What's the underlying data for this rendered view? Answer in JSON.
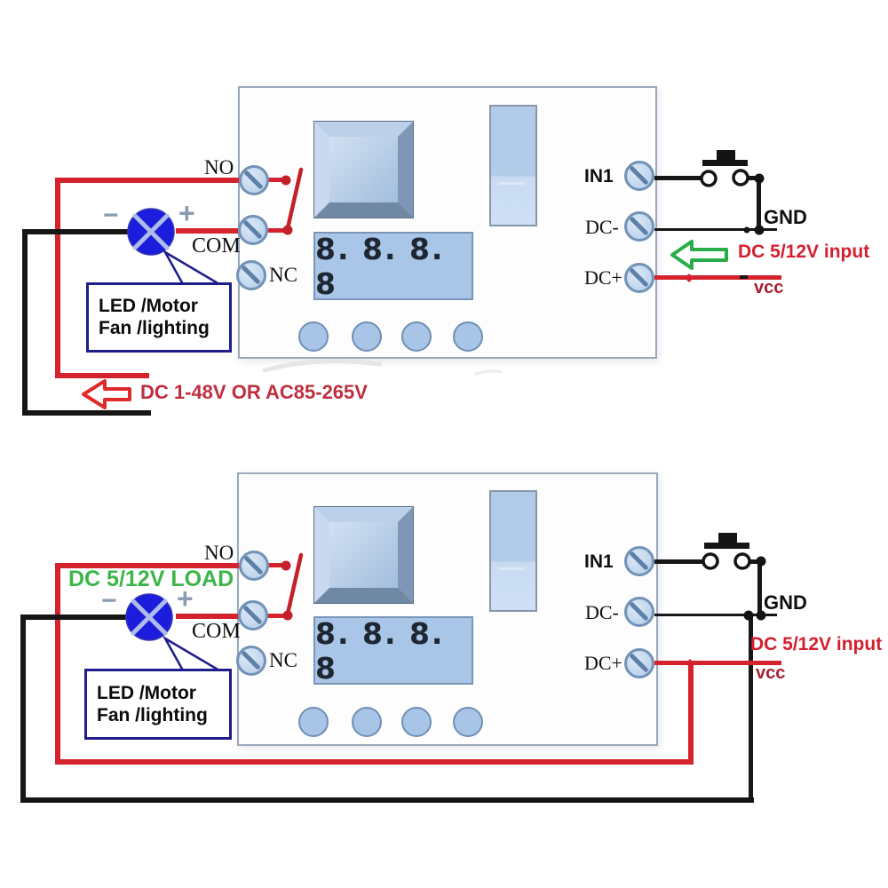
{
  "colors": {
    "wire_red": "#d5232d",
    "wire_black": "#161616",
    "led_blue": "#1c1cdc",
    "green_arrow": "#29ad4a",
    "green_label": "#3cb54a",
    "input_text_red": "#d41f2f",
    "vcc_dark_red": "#a81f30",
    "supply_text_red": "#bf2e3e",
    "callout_navy": "#1d1d8c",
    "board_fill": "#fdfdfe"
  },
  "top_diagram": {
    "terminals": {
      "no": "NO",
      "com": "COM",
      "nc": "NC",
      "in1": "IN1",
      "dc_minus": "DC-",
      "dc_plus": "DC+"
    },
    "display_value": "8. 8. 8. 8",
    "gnd_label": "GND",
    "vcc_label": "vcc",
    "input_label": "DC 5/12V input",
    "supply_label": "DC 1-48V OR AC85-265V",
    "load_box": {
      "line1": "LED /Motor",
      "line2": "Fan /lighting"
    },
    "polarity": {
      "minus": "−",
      "plus": "+"
    }
  },
  "bottom_diagram": {
    "terminals": {
      "no": "NO",
      "com": "COM",
      "nc": "NC",
      "in1": "IN1",
      "dc_minus": "DC-",
      "dc_plus": "DC+"
    },
    "display_value": "8. 8. 8. 8",
    "gnd_label": "GND",
    "vcc_label": "vcc",
    "input_label": "DC 5/12V input",
    "load_voltage_label": "DC 5/12V LOAD",
    "load_box": {
      "line1": "LED /Motor",
      "line2": "Fan /lighting"
    },
    "polarity": {
      "minus": "−",
      "plus": "+"
    }
  }
}
